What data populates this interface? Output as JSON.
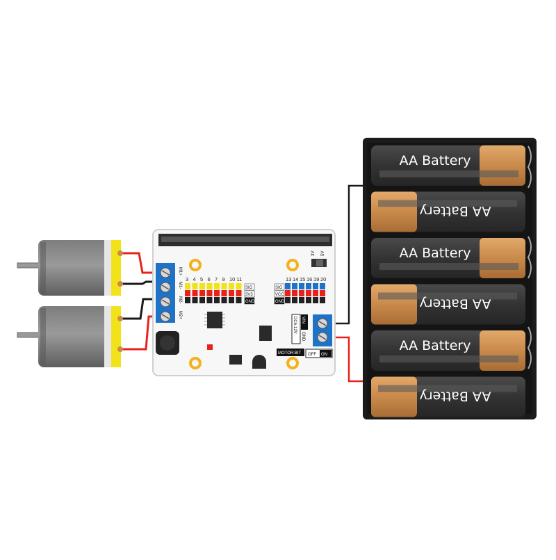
{
  "board": {
    "name": "MOTOR:BIT",
    "power_label": "DC6-12V",
    "terminal_vin": "VIN",
    "terminal_gnd": "GND",
    "switch_off": "OFF",
    "switch_on": "ON",
    "motor_terminals": [
      "M1+",
      "M1-",
      "M2-",
      "M2+"
    ],
    "pins_left": [
      "3",
      "4",
      "5",
      "6",
      "7",
      "9",
      "10",
      "11"
    ],
    "pins_right": [
      "13",
      "14",
      "15",
      "16",
      "19",
      "20"
    ],
    "rail_labels_left": [
      "SIG",
      "3V3",
      "GND"
    ],
    "rail_labels_right": [
      "SIG",
      "VCC",
      "GND"
    ],
    "jumper_labels": [
      "3V",
      "5V"
    ]
  },
  "battery_pack": {
    "cells": [
      {
        "label": "AA Battery"
      },
      {
        "label": "AA Battery"
      },
      {
        "label": "AA Battery"
      },
      {
        "label": "AA Battery"
      },
      {
        "label": "AA Battery"
      },
      {
        "label": "AA Battery"
      }
    ]
  },
  "motors": [
    {
      "id": "motor-1"
    },
    {
      "id": "motor-2"
    }
  ],
  "colors": {
    "wire_red": "#e8221b",
    "wire_black": "#1a1a1a",
    "terminal_blue": "#1e73c8",
    "motor_yellow": "#f2e21a",
    "battery_copper": "#c98a4b",
    "battery_body": "#3a3a3a",
    "holder": "#1b1b1b"
  }
}
